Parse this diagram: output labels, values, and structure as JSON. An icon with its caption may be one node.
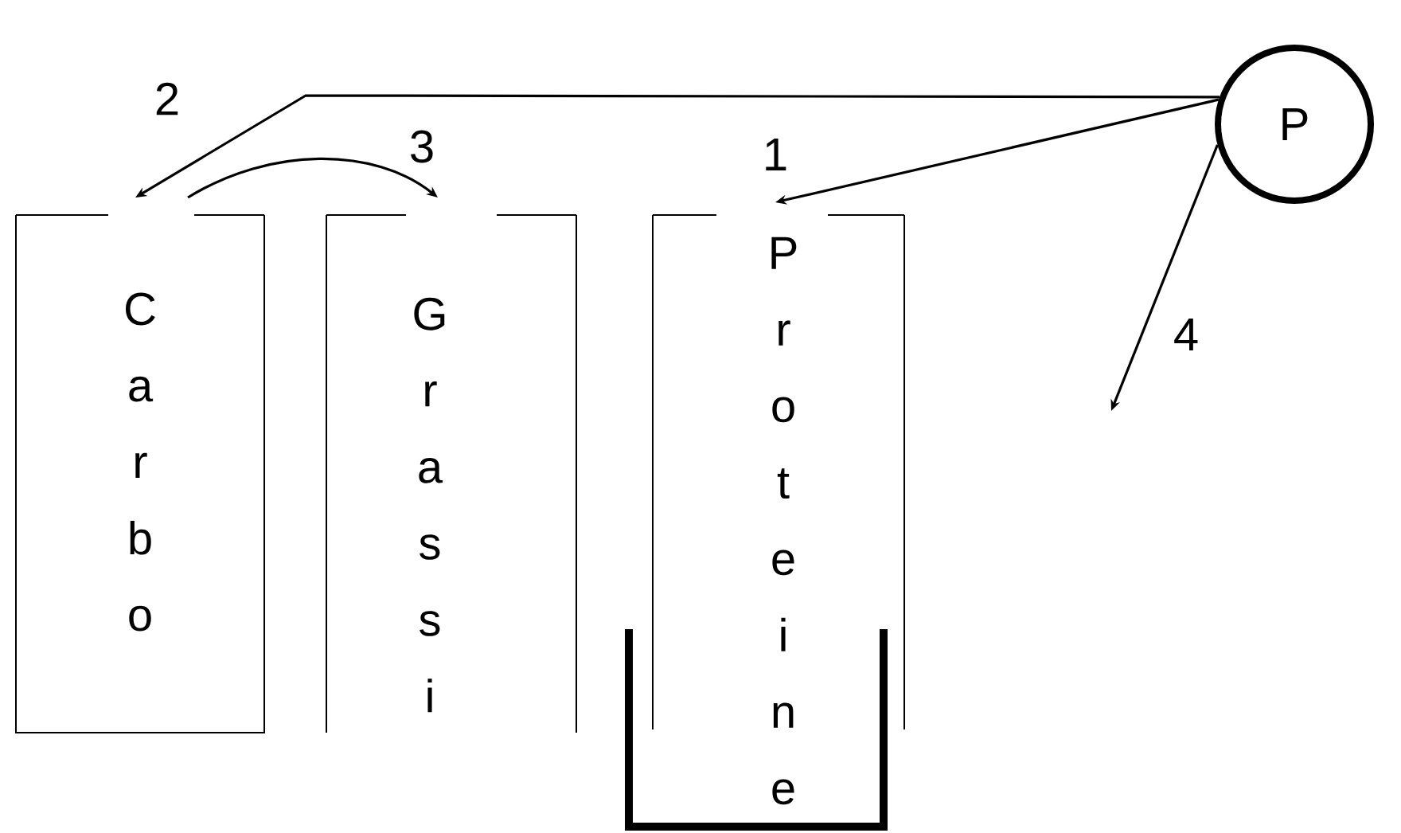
{
  "diagram": {
    "nodes": [
      {
        "text": [
          "Carbo"
        ]
      },
      {
        "text": [
          "Grassi"
        ]
      },
      {
        "text": [
          "Proteine"
        ]
      },
      {
        "text": [
          "P"
        ]
      }
    ],
    "edges": [
      {
        "from": 3,
        "to": 0,
        "arrow": "to",
        "label": "2"
      },
      {
        "from": 0,
        "to": 1,
        "arrow": "to",
        "label": "3"
      },
      {
        "from": 3,
        "to": 2,
        "arrow": "to",
        "label": "1"
      },
      {
        "from": 3,
        "to": null,
        "arrow": "to",
        "label": "4"
      }
    ]
  }
}
